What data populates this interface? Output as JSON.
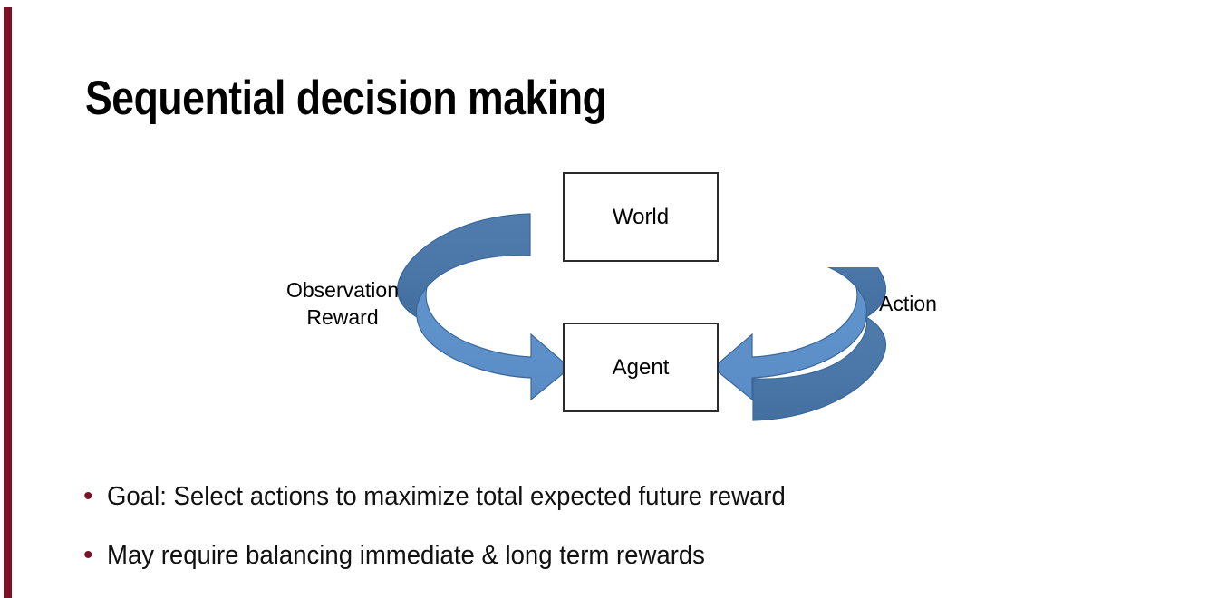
{
  "slide": {
    "title": "Sequential decision making",
    "background_color": "#ffffff",
    "accent_bar_color": "#7A1226"
  },
  "diagram": {
    "name": "agent-world-interaction-loop",
    "nodes": [
      {
        "id": "world",
        "label": "World"
      },
      {
        "id": "agent",
        "label": "Agent"
      }
    ],
    "edges": [
      {
        "id": "observation-reward",
        "label_line_1": "Observation",
        "label_line_2": "Reward",
        "from": "world",
        "to": "agent",
        "arrow": "left-curved-arrow-down"
      },
      {
        "id": "action",
        "label": "Action",
        "from": "agent",
        "to": "world",
        "arrow": "right-curved-arrow-up"
      }
    ],
    "colors": {
      "arrow_dark_blue": "#4A77A8",
      "arrow_light_blue": "#5D90C9",
      "arrow_outline": "#37618C",
      "box_border": "#2b2b2b"
    }
  },
  "bullets": [
    {
      "marker": "•",
      "text": "Goal: Select actions to maximize total expected future reward"
    },
    {
      "marker": "•",
      "text": "May require balancing immediate & long term rewards"
    }
  ]
}
